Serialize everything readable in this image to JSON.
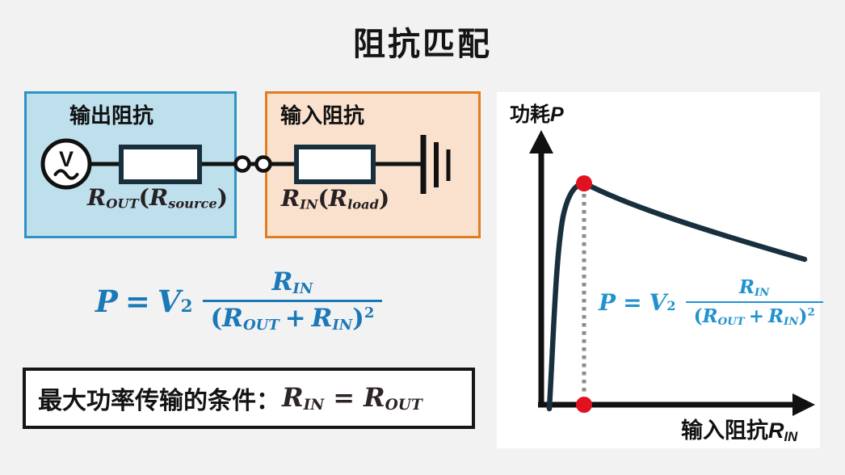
{
  "title": "阻抗匹配",
  "output_box": {
    "title": "输出阻抗",
    "source_symbol": "V",
    "label": {
      "r": "R",
      "sub": "OUT",
      "open": "(",
      "pr": "R",
      "psub": "source",
      "close": ")"
    }
  },
  "input_box": {
    "title": "输入阻抗",
    "label": {
      "r": "R",
      "sub": "IN",
      "open": "(",
      "pr": "R",
      "psub": "load",
      "close": ")"
    }
  },
  "formula": {
    "lhs": "P",
    "eq": "=",
    "v": "V",
    "v_sq": "2",
    "num": {
      "r": "R",
      "sub": "IN"
    },
    "den": {
      "open": "(",
      "r1": "R",
      "sub1": "OUT",
      "plus": "+",
      "r2": "R",
      "sub2": "IN",
      "close": ")",
      "sq": "2"
    }
  },
  "condition": {
    "prefix": "最大功率传输的条件：",
    "r1": "R",
    "sub1": "IN",
    "eq": "=",
    "r2": "R",
    "sub2": "OUT"
  },
  "graph": {
    "y_axis_label": {
      "text": "功耗",
      "var": "P"
    },
    "x_axis_label": {
      "text": "输入阻抗",
      "var": "R",
      "sub": "IN"
    }
  },
  "chart_data": {
    "type": "line",
    "ylabel": "功耗P",
    "xlabel": "输入阻抗R_IN",
    "qualitative": true,
    "shape": "curve rises steeply from origin to a single maximum, then decays gradually",
    "markers": "red dot at the curve maximum and red dot on the x-axis below it, joined by a gray dotted vertical line",
    "legend_position": "none",
    "grid": false
  },
  "colors": {
    "background": "#f2f2f3",
    "output_box_fill": "#bedfec",
    "output_box_border": "#2e93c4",
    "input_box_fill": "#f9e1cd",
    "input_box_border": "#e07d20",
    "formula_blue": "#1b79b7",
    "graph_formula_blue": "#2292cf",
    "curve_navy": "#18303e",
    "marker_red": "#e0121f",
    "ink_black": "#111111"
  }
}
